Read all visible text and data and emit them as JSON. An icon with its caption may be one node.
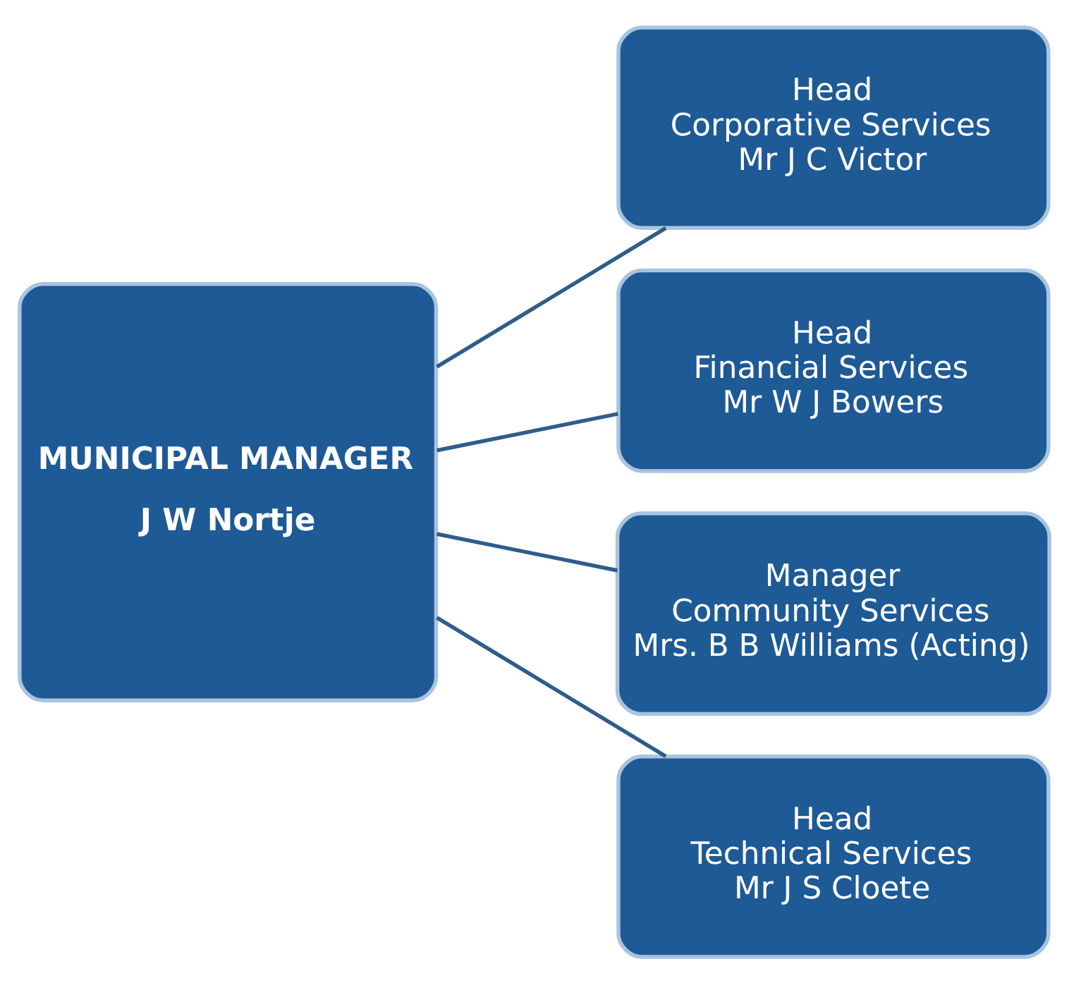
{
  "diagram": {
    "nodes": [
      {
        "text": [
          "MUNICIPAL MANAGER",
          "J W Nortje"
        ]
      },
      {
        "text": [
          "Head",
          "Corporative Services",
          "Mr J C Victor"
        ]
      },
      {
        "text": [
          "Head",
          "Financial Services",
          "Mr W J Bowers"
        ]
      },
      {
        "text": [
          "Manager",
          "Community Services",
          "Mrs. B B Williams (Acting)"
        ]
      },
      {
        "text": [
          "Head",
          "Technical Services",
          "Mr J S Cloete"
        ]
      }
    ],
    "edges": [
      {
        "from": 0,
        "to": 1,
        "arrow": "none"
      },
      {
        "from": 0,
        "to": 2,
        "arrow": "none"
      },
      {
        "from": 0,
        "to": 3,
        "arrow": "none"
      },
      {
        "from": 0,
        "to": 4,
        "arrow": "none"
      }
    ]
  }
}
